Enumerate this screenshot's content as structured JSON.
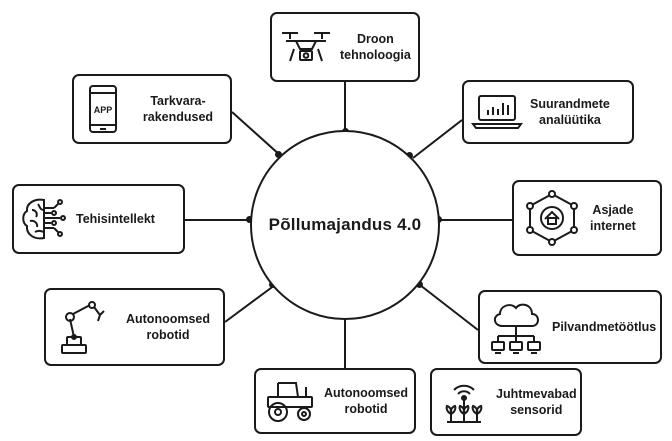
{
  "hub": {
    "title": "Põllumajandus 4.0"
  },
  "nodes": [
    {
      "id": "drone",
      "lines": [
        "Droon",
        "tehnoloogia"
      ],
      "icon": "drone-icon"
    },
    {
      "id": "software",
      "lines": [
        "Tarkvara-",
        "rakendused"
      ],
      "icon": "phone-app-icon",
      "icon_text": "APP"
    },
    {
      "id": "bigdata",
      "lines": [
        "Suurandmete",
        "analüütika"
      ],
      "icon": "laptop-chart-icon"
    },
    {
      "id": "ai",
      "lines": [
        "Tehisintellekt"
      ],
      "icon": "brain-circuit-icon"
    },
    {
      "id": "iot",
      "lines": [
        "Asjade",
        "internet"
      ],
      "icon": "iot-home-icon"
    },
    {
      "id": "robot-arm",
      "lines": [
        "Autonoomsed",
        "robotid"
      ],
      "icon": "robot-arm-icon"
    },
    {
      "id": "cloud",
      "lines": [
        "Pilvandmetöötlus"
      ],
      "icon": "cloud-network-icon"
    },
    {
      "id": "tractor",
      "lines": [
        "Autonoomsed",
        "robotid"
      ],
      "icon": "tractor-icon"
    },
    {
      "id": "sensors",
      "lines": [
        "Juhtmevabad",
        "sensorid"
      ],
      "icon": "wireless-sensor-icon"
    }
  ]
}
